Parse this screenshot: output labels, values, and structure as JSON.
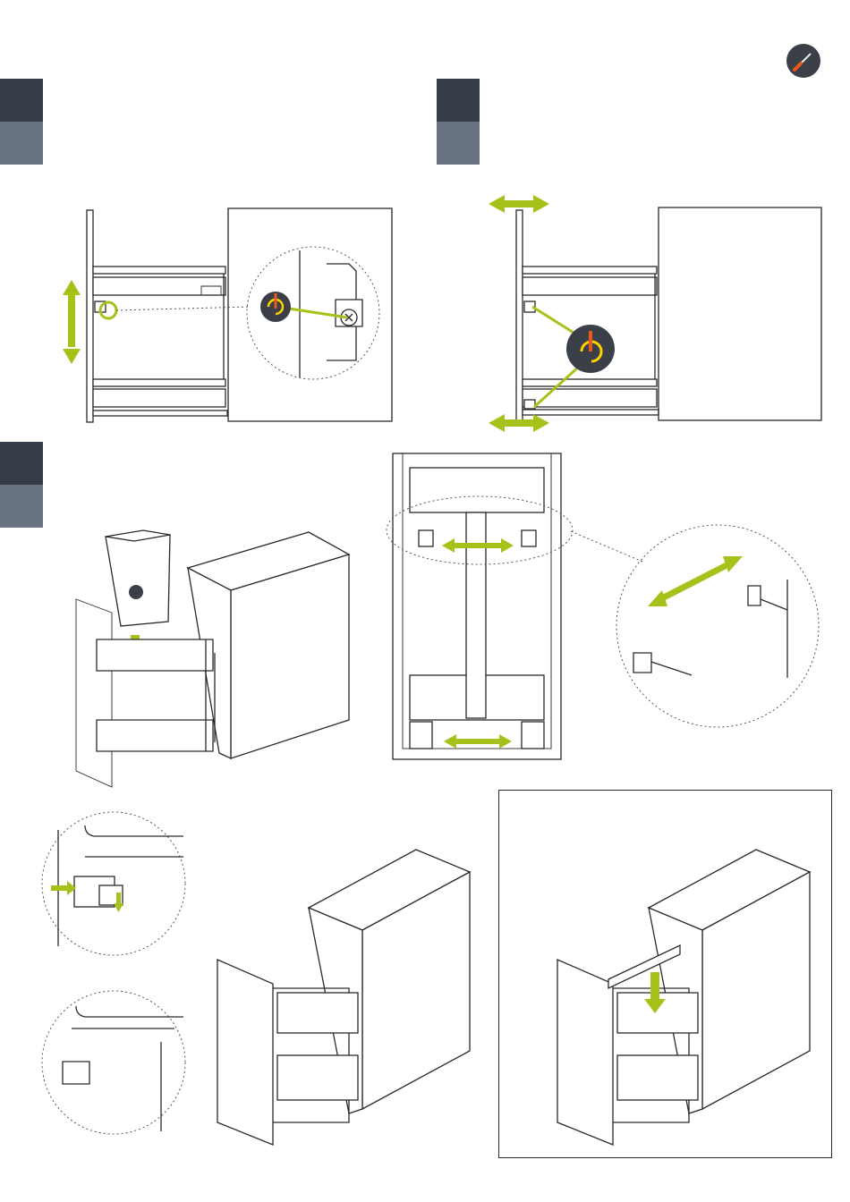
{
  "page": {
    "tool_icon": "screwdriver-icon",
    "accent_color": "#a6c21a",
    "tab_dark_color": "#373d48",
    "tab_light_color": "#6a7380"
  },
  "steps": [
    {
      "id": "step-1",
      "label": ""
    },
    {
      "id": "step-2",
      "label": ""
    },
    {
      "id": "step-3",
      "label": ""
    }
  ],
  "icons": {
    "height_adjust": "rotate-adjust-icon",
    "depth_adjust": "rotate-adjust-icon",
    "double_arrow_vertical": "double-arrow-vertical-icon",
    "double_arrow_horizontal": "double-arrow-horizontal-icon",
    "insert_arrow": "arrow-down-icon"
  }
}
